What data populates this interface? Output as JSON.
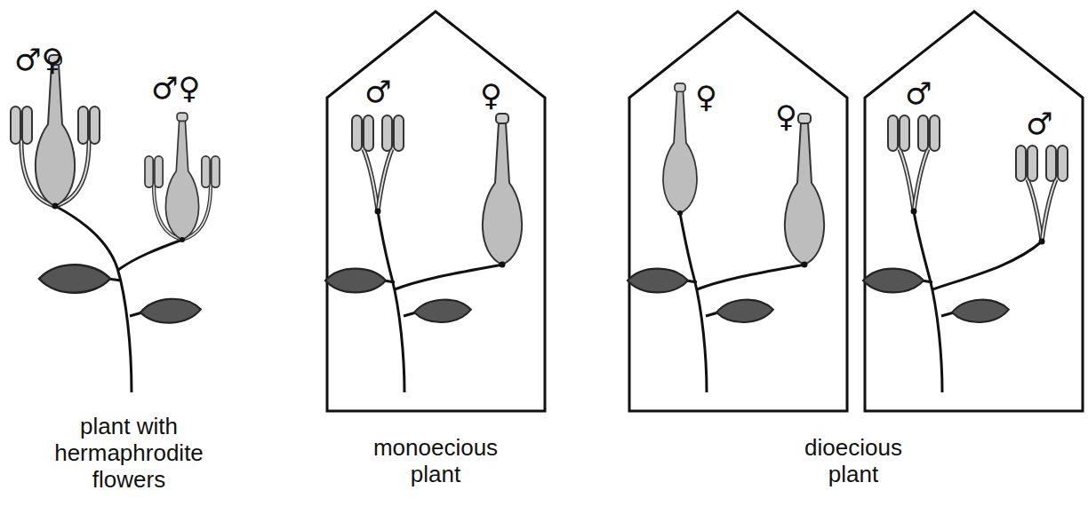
{
  "diagram": {
    "labels": [
      "♂♀",
      "♂♀",
      "♂",
      "♀",
      "♀",
      "♀",
      "♂",
      "♂",
      "plant with hermaphrodite flowers",
      "monoecious plant",
      "dioecious plant"
    ]
  }
}
